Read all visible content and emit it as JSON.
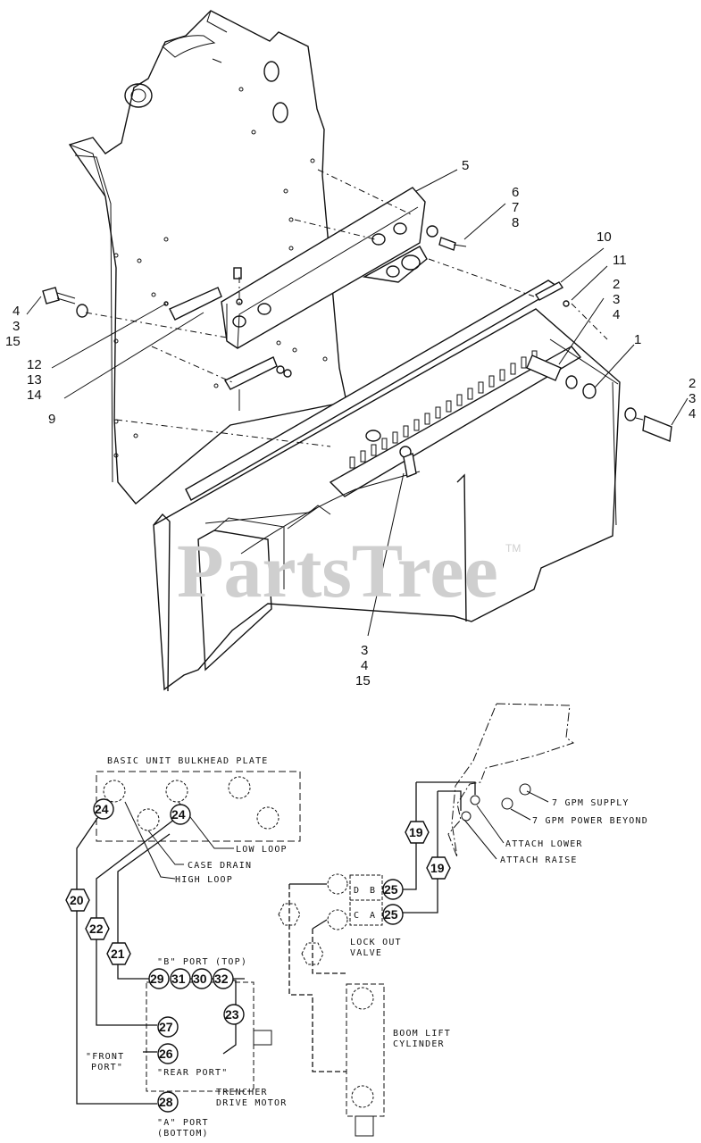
{
  "watermark": {
    "text": "PartsTree",
    "trademark": "TM"
  },
  "exploded_view": {
    "callouts": [
      {
        "id": "c5",
        "text": "5"
      },
      {
        "id": "c6",
        "text": "6"
      },
      {
        "id": "c7",
        "text": "7"
      },
      {
        "id": "c8",
        "text": "8"
      },
      {
        "id": "c10",
        "text": "10"
      },
      {
        "id": "c11",
        "text": "11"
      },
      {
        "id": "c2a",
        "text": "2"
      },
      {
        "id": "c3a",
        "text": "3"
      },
      {
        "id": "c4a",
        "text": "4"
      },
      {
        "id": "c1",
        "text": "1"
      },
      {
        "id": "c2b",
        "text": "2"
      },
      {
        "id": "c3b",
        "text": "3"
      },
      {
        "id": "c4b",
        "text": "4"
      },
      {
        "id": "c4l",
        "text": "4"
      },
      {
        "id": "c3l",
        "text": "3"
      },
      {
        "id": "c15l",
        "text": "15"
      },
      {
        "id": "c12",
        "text": "12"
      },
      {
        "id": "c13",
        "text": "13"
      },
      {
        "id": "c14",
        "text": "14"
      },
      {
        "id": "c9",
        "text": "9"
      },
      {
        "id": "c3c",
        "text": "3"
      },
      {
        "id": "c4c",
        "text": "4"
      },
      {
        "id": "c15c",
        "text": "15"
      }
    ]
  },
  "hydraulic_schematic": {
    "labels": {
      "bulkhead": "BASIC UNIT BULKHEAD PLATE",
      "low_loop": "LOW LOOP",
      "case_drain": "CASE DRAIN",
      "high_loop": "HIGH LOOP",
      "supply": "7 GPM SUPPLY",
      "power_beyond": "7 GPM POWER BEYOND",
      "attach_lower": "ATTACH LOWER",
      "attach_raise": "ATTACH RAISE",
      "valve_d": "D",
      "valve_b": "B",
      "valve_c": "C",
      "valve_a": "A",
      "lockout_1": "LOCK OUT",
      "lockout_2": "VALVE",
      "b_port": "\"B\" PORT (TOP)",
      "front_port_1": "\"FRONT",
      "front_port_2": "PORT\"",
      "rear_port": "\"REAR PORT\"",
      "trencher_1": "TRENCHER",
      "trencher_2": "DRIVE MOTOR",
      "a_port_1": "\"A\" PORT",
      "a_port_2": "(BOTTOM)",
      "boom_1": "BOOM LIFT",
      "boom_2": "CYLINDER"
    },
    "circle_callouts": [
      "24",
      "24",
      "25",
      "25",
      "29",
      "31",
      "30",
      "32",
      "27",
      "23",
      "26",
      "28"
    ],
    "hex_callouts": [
      "20",
      "22",
      "21",
      "19",
      "19"
    ]
  }
}
